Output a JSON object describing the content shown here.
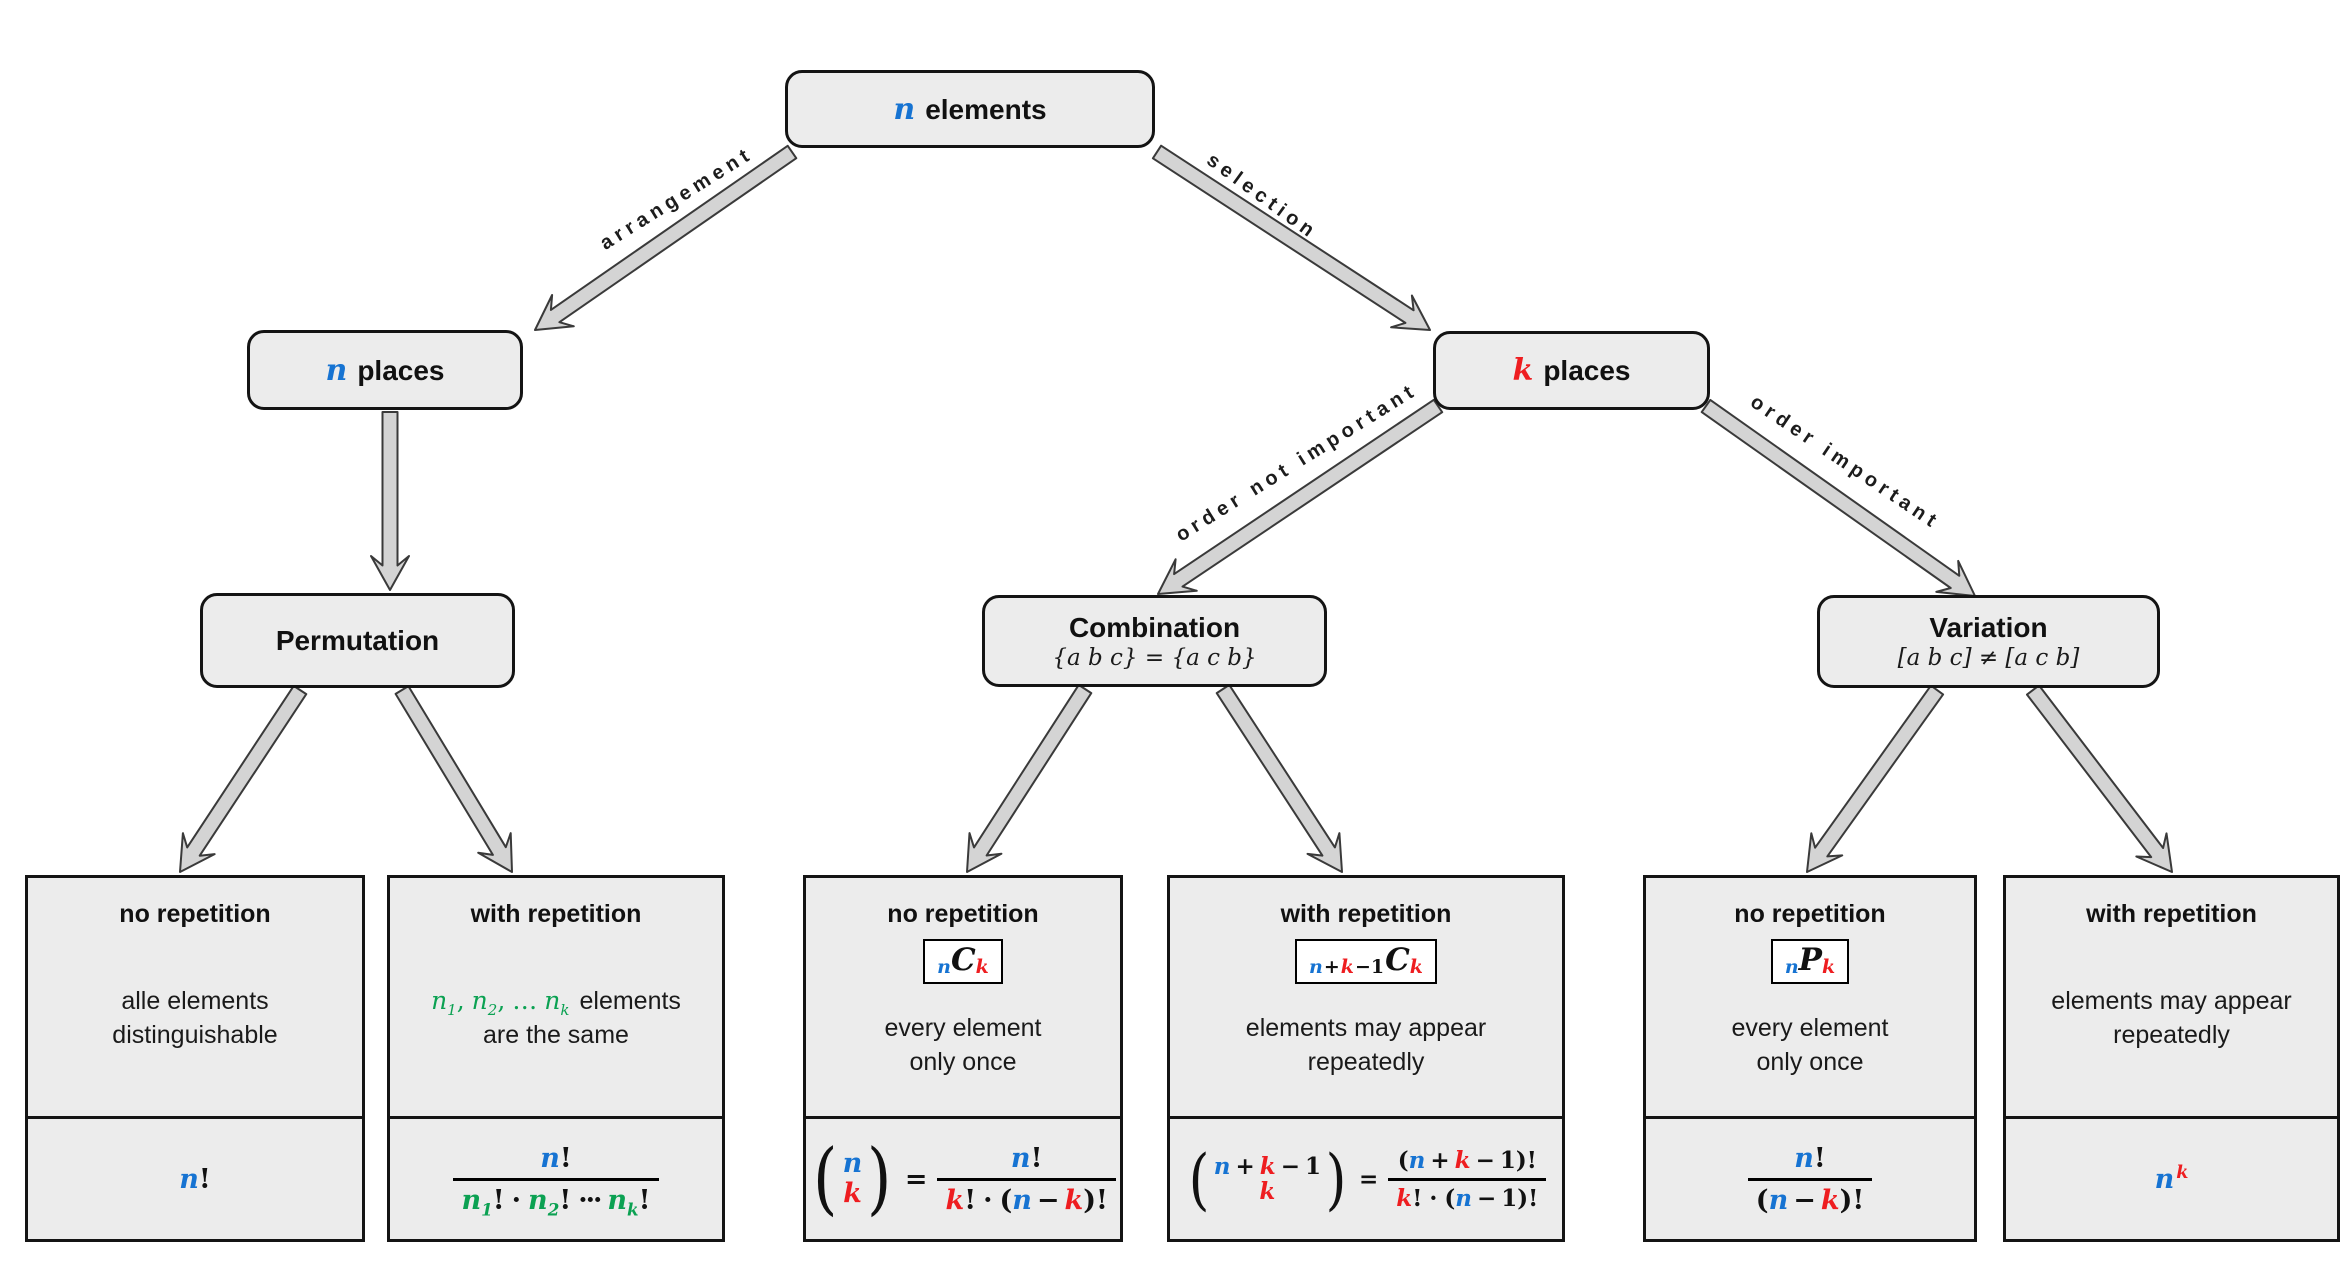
{
  "colors": {
    "blue": "#1673d2",
    "red": "#ee1d20",
    "green": "#0ba152",
    "box_fill": "#ececec",
    "arrow_fill": "#d4d4d4",
    "border": "#141414"
  },
  "labels": {
    "elements": "elements",
    "places": "places"
  },
  "math": {
    "n": "n",
    "k": "k",
    "C": "C",
    "P": "P",
    "one": "1",
    "two": "2",
    "plus": "+",
    "minus": "−",
    "minus_one": "−1",
    "bang": "!",
    "cdot": "·",
    "cdots": "···",
    "dots": "…",
    "eq": "=",
    "lp": "(",
    "rp": ")",
    "comma": ","
  },
  "nodes": {
    "root": {
      "var": "n"
    },
    "places_n": {
      "var": "n"
    },
    "places_k": {
      "var": "k"
    },
    "permutation": {
      "title": "Permutation"
    },
    "combination": {
      "title": "Combination",
      "example": "{a b c} = {a c b}"
    },
    "variation": {
      "title": "Variation",
      "example": "[a b c] ≠ [a c b]"
    }
  },
  "edges": {
    "arrangement": "arrangement",
    "selection": "selection",
    "order_not_important": "order not important",
    "order_important": "order important"
  },
  "leaves": [
    {
      "title": "no repetition",
      "desc1": "alle elements",
      "desc2": "distinguishable"
    },
    {
      "title": "with repetition",
      "desc_tail": "elements",
      "desc2": "are the same"
    },
    {
      "title": "no repetition",
      "desc1": "every element",
      "desc2": "only once"
    },
    {
      "title": "with repetition",
      "desc1": "elements may appear",
      "desc2": "repeatedly"
    },
    {
      "title": "no repetition",
      "desc1": "every element",
      "desc2": "only once"
    },
    {
      "title": "with repetition",
      "desc1": "elements may appear",
      "desc2": "repeatedly"
    }
  ]
}
